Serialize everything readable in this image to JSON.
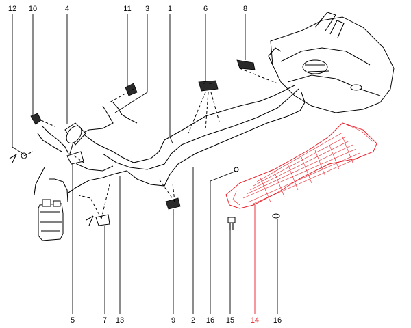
{
  "diagram": {
    "callouts": {
      "c12": "12",
      "c10": "10",
      "c4": "4",
      "c11": "11",
      "c3": "3",
      "c1": "1",
      "c6": "6",
      "c8": "8",
      "c5": "5",
      "c7": "7",
      "c13": "13",
      "c9": "9",
      "c2": "2",
      "c16a": "16",
      "c15": "15",
      "c14": "14",
      "c16b": "16"
    },
    "highlighted_part": "14",
    "colors": {
      "line": "#000000",
      "highlight": "#e8202a",
      "background": "#ffffff"
    }
  }
}
